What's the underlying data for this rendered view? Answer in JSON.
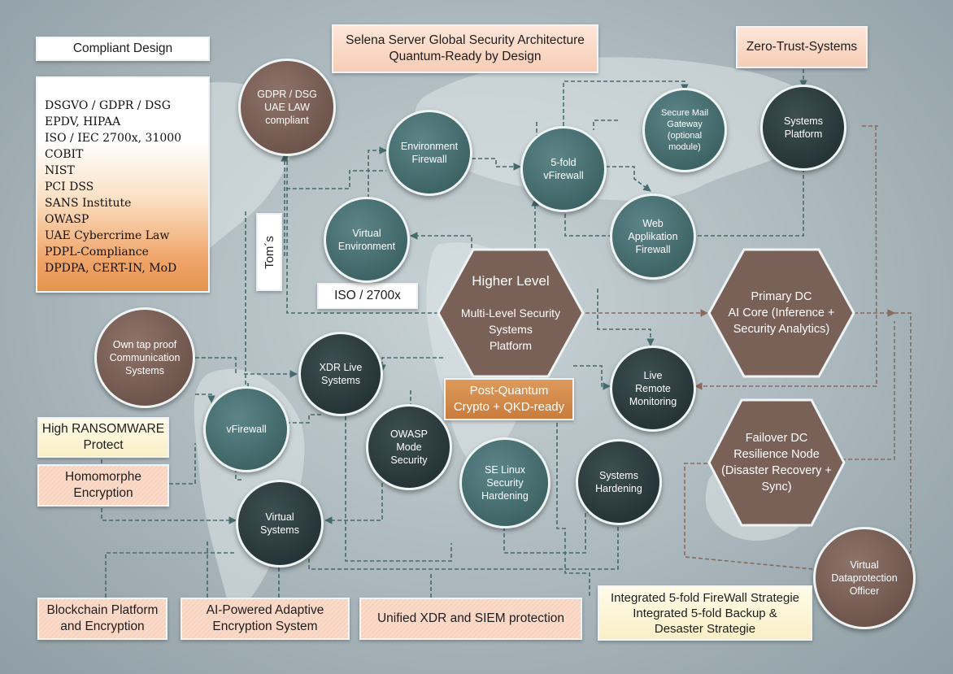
{
  "header": {
    "title_line1": "Selena Server Global Security Architecture",
    "title_line2": "Quantum-Ready by Design"
  },
  "labels": {
    "compliant_design": "Compliant Design",
    "zero_trust": "Zero-Trust-Systems",
    "toms": "Tom´s",
    "iso": "ISO / 2700x",
    "post_quantum": "Post-Quantum\nCrypto + QKD-ready",
    "high_ransomware": "High RANSOMWARE\nProtect",
    "homomorphe": "Homomorphe\nEncryption",
    "blockchain": "Blockchain Platform\nand Encryption",
    "ai_adaptive": "AI-Powered Adaptive\nEncryption System",
    "unified_xdr": "Unified XDR and SIEM protection",
    "integrated_strategy": "Integrated 5-fold FireWall Strategie\nIntegrated 5-fold Backup &\nDesaster Strategie"
  },
  "compliance_list": [
    "DSGVO / GDPR / DSG",
    "EPDV, HIPAA",
    "ISO / IEC 2700x, 31000",
    "COBIT",
    "NIST",
    "PCI DSS",
    "SANS Institute",
    "OWASP",
    "UAE Cybercrime Law",
    "PDPL-Compliance",
    "DPDPA, CERT-IN, MoD"
  ],
  "nodes": {
    "gdpr": "GDPR / DSG\nUAE LAW\ncompliant",
    "env_firewall": "Environment\nFirewall",
    "vfirewall_5fold": "5-fold\nvFirewall",
    "secure_mail": "Secure Mail\nGateway\n(optional\nmodule)",
    "systems_platform": "Systems\nPlatform",
    "virtual_env": "Virtual\nEnvironment",
    "web_app_fw": "Web\nApplikation\nFirewall",
    "own_tap": "Own tap proof\nCommunication\nSystems",
    "xdr_live": "XDR Live\nSystems",
    "live_remote": "Live\nRemote\nMonitoring",
    "vfirewall": "vFirewall",
    "owasp_mode": "OWASP\nMode\nSecurity",
    "se_linux": "SE Linux\nSecurity\nHardening",
    "systems_hardening": "Systems\nHardening",
    "virtual_systems": "Virtual\nSystems",
    "virtual_dpo": "Virtual\nDataprotection\nOfficer"
  },
  "hexagons": {
    "higher_level": {
      "line1": "Higher Level",
      "rest": "Multi-Level Security\nSystems\nPlatform"
    },
    "primary_dc": "Primary DC\nAI Core (Inference +\nSecurity Analytics)",
    "failover_dc": "Failover DC\nResilience Node\n(Disaster Recovery +\nSync)"
  },
  "colors": {
    "teal": "#3f6567",
    "dark": "#263538",
    "brown": "#6f564d",
    "hex_fill": "#7a6158",
    "line": "#466b6d",
    "brown_line": "#8a6a5e",
    "accent_orange": "#d48a4a"
  }
}
